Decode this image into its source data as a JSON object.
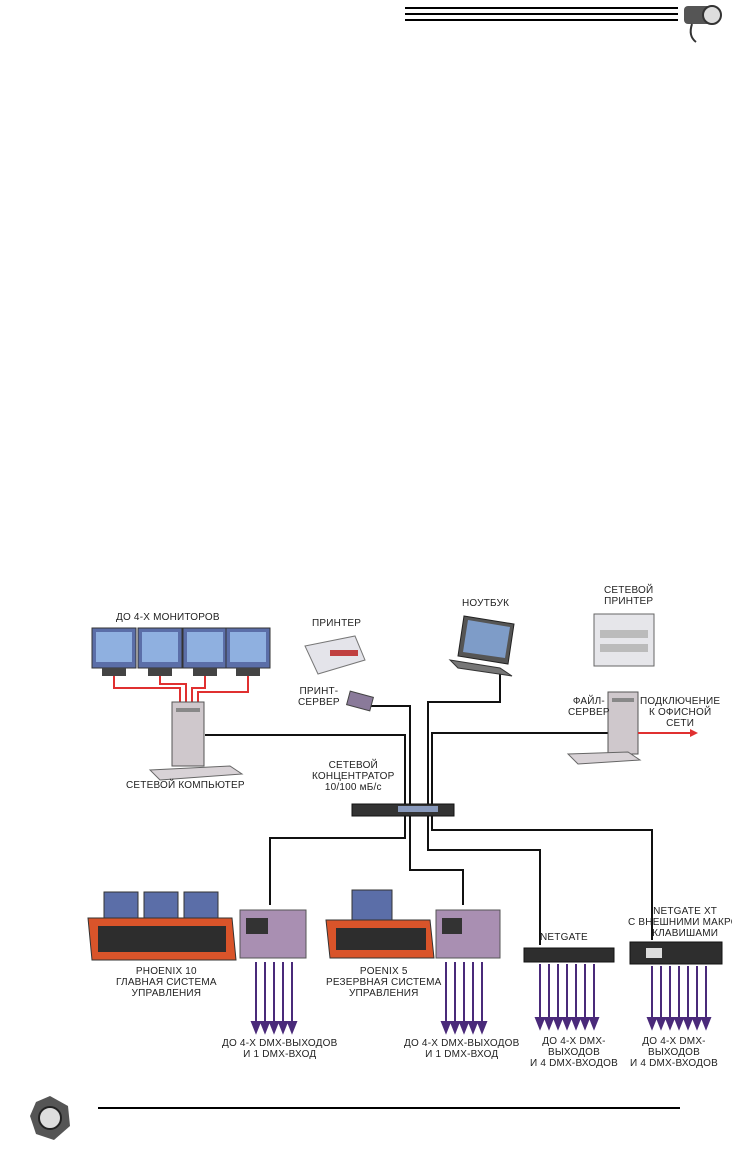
{
  "diagram": {
    "monitors_label": "ДО 4-Х МОНИТОРОВ",
    "network_computer_label": "СЕТЕВОЙ КОМПЬЮТЕР",
    "printer_label": "ПРИНТЕР",
    "print_server_label": [
      "ПРИНТ-",
      "СЕРВЕР"
    ],
    "laptop_label": "НОУТБУК",
    "network_printer_label": [
      "СЕТЕВОЙ",
      "ПРИНТЕР"
    ],
    "file_server_label": [
      "ФАЙЛ-",
      "СЕРВЕР"
    ],
    "office_network_label": [
      "ПОДКЛЮЧЕНИЕ",
      "К ОФИСНОЙ",
      "СЕТИ"
    ],
    "hub_label": [
      "СЕТЕВОЙ",
      "КОНЦЕНТРАТОР",
      "10/100 мБ/с"
    ],
    "phoenix10_label": [
      "PHOENIX 10",
      "ГЛАВНАЯ СИСТЕМА",
      "УПРАВЛЕНИЯ"
    ],
    "phoenix5_label": [
      "POENIX 5",
      "РЕЗЕРВНАЯ СИСТЕМА",
      "УПРАВЛЕНИЯ"
    ],
    "netgate_label": "NETGATE",
    "netgate_xt_label": [
      "NETGATE XT",
      "С ВНЕШНИМИ МАКРО-",
      "КЛАВИШАМИ"
    ],
    "dmx_out1_label": [
      "ДО 4-Х DMX-ВЫХОДОВ",
      "И 1 DMX-ВХОД"
    ],
    "dmx_out2_label": [
      "ДО 4-Х DMX-ВЫХОДОВ",
      "И 1 DMX-ВХОД"
    ],
    "dmx_out3_label": [
      "ДО 4-Х DMX-",
      "ВЫХОДОВ",
      "И 4 DMX-ВХОДОВ"
    ],
    "dmx_out4_label": [
      "ДО 4-Х DMX-",
      "ВЫХОДОВ",
      "И 4 DMX-ВХОДОВ"
    ]
  },
  "colors": {
    "network_line": "#111111",
    "monitor_cable": "#e03030",
    "console_body": "#d9542a"
  }
}
